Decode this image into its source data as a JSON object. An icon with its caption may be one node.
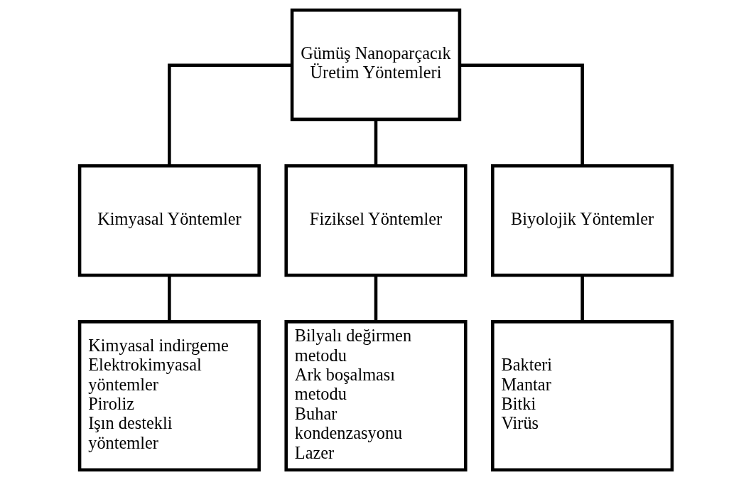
{
  "diagram": {
    "nodes": [
      {
        "text": [
          "Gümüş Nanoparçacık Üretim Yöntemleri"
        ]
      },
      {
        "text": [
          "Kimyasal Yöntemler"
        ]
      },
      {
        "text": [
          "Fiziksel Yöntemler"
        ]
      },
      {
        "text": [
          "Biyolojik Yöntemler"
        ]
      },
      {
        "text": [
          "Kimyasal indirgeme",
          "Elektrokimyasal yöntemler",
          "Piroliz",
          "Işın destekli yöntemler"
        ]
      },
      {
        "text": [
          "Bilyalı değirmen metodu",
          "Ark boşalması metodu",
          "Buhar kondenzasyonu",
          "Lazer"
        ]
      },
      {
        "text": [
          "Bakteri",
          "Mantar",
          "Bitki",
          "Virüs"
        ]
      }
    ],
    "edges": [
      {
        "from": 0,
        "to": 1,
        "arrow": "none"
      },
      {
        "from": 0,
        "to": 2,
        "arrow": "none"
      },
      {
        "from": 0,
        "to": 3,
        "arrow": "none"
      },
      {
        "from": 1,
        "to": 4,
        "arrow": "none"
      },
      {
        "from": 2,
        "to": 5,
        "arrow": "none"
      },
      {
        "from": 3,
        "to": 6,
        "arrow": "none"
      }
    ]
  }
}
